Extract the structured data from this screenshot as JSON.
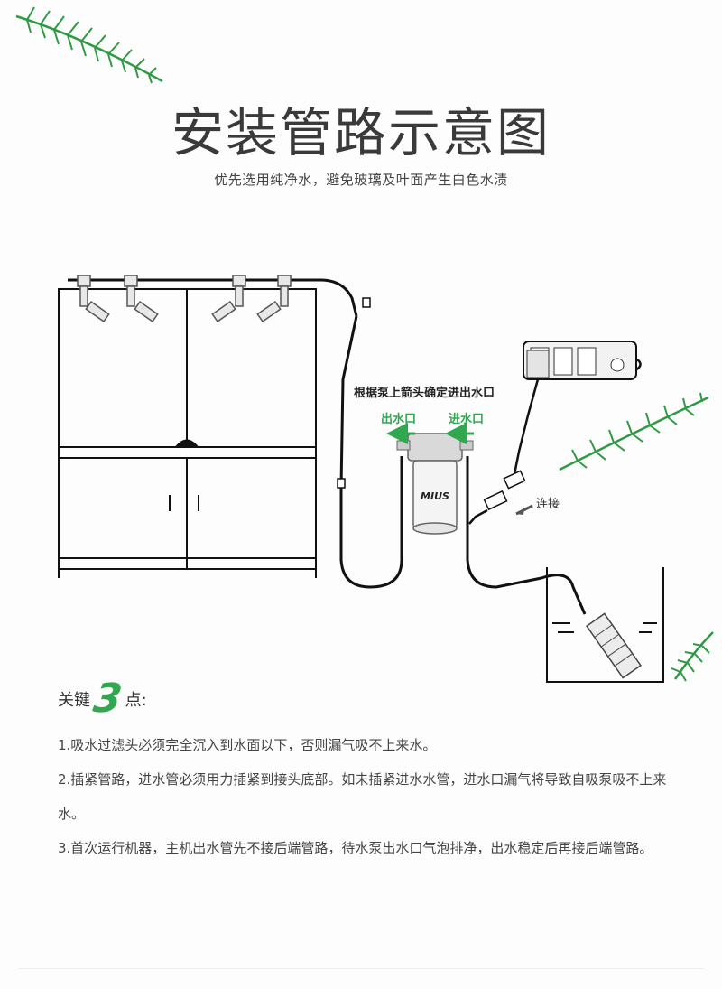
{
  "title": "安装管路示意图",
  "subtitle": "优先选用纯净水，避免玻璃及叶面产生白色水渍",
  "diagram": {
    "instruction_label": "根据泵上箭头确定进出水口",
    "outlet_label": "出水口",
    "inlet_label": "进水口",
    "pump_brand": "MIUS",
    "connect_label": "连接",
    "colors": {
      "accent": "#2fa84f",
      "line": "#111111"
    }
  },
  "key_points": {
    "heading_prefix": "关键",
    "heading_number": "3",
    "heading_suffix": "点:",
    "items": [
      {
        "text": "1.吸水过滤头必须完全沉入到水面以下，否则漏气吸不上来水。"
      },
      {
        "text": "2.插紧管路，进水管必须用力插紧到接头底部。如未插紧进水水管，进水口漏气将导致自吸泵吸不上来水。"
      },
      {
        "text": "3.首次运行机器，主机出水管先不接后端管路，待水泵出水口气泡排净，出水稳定后再接后端管路。"
      }
    ]
  }
}
